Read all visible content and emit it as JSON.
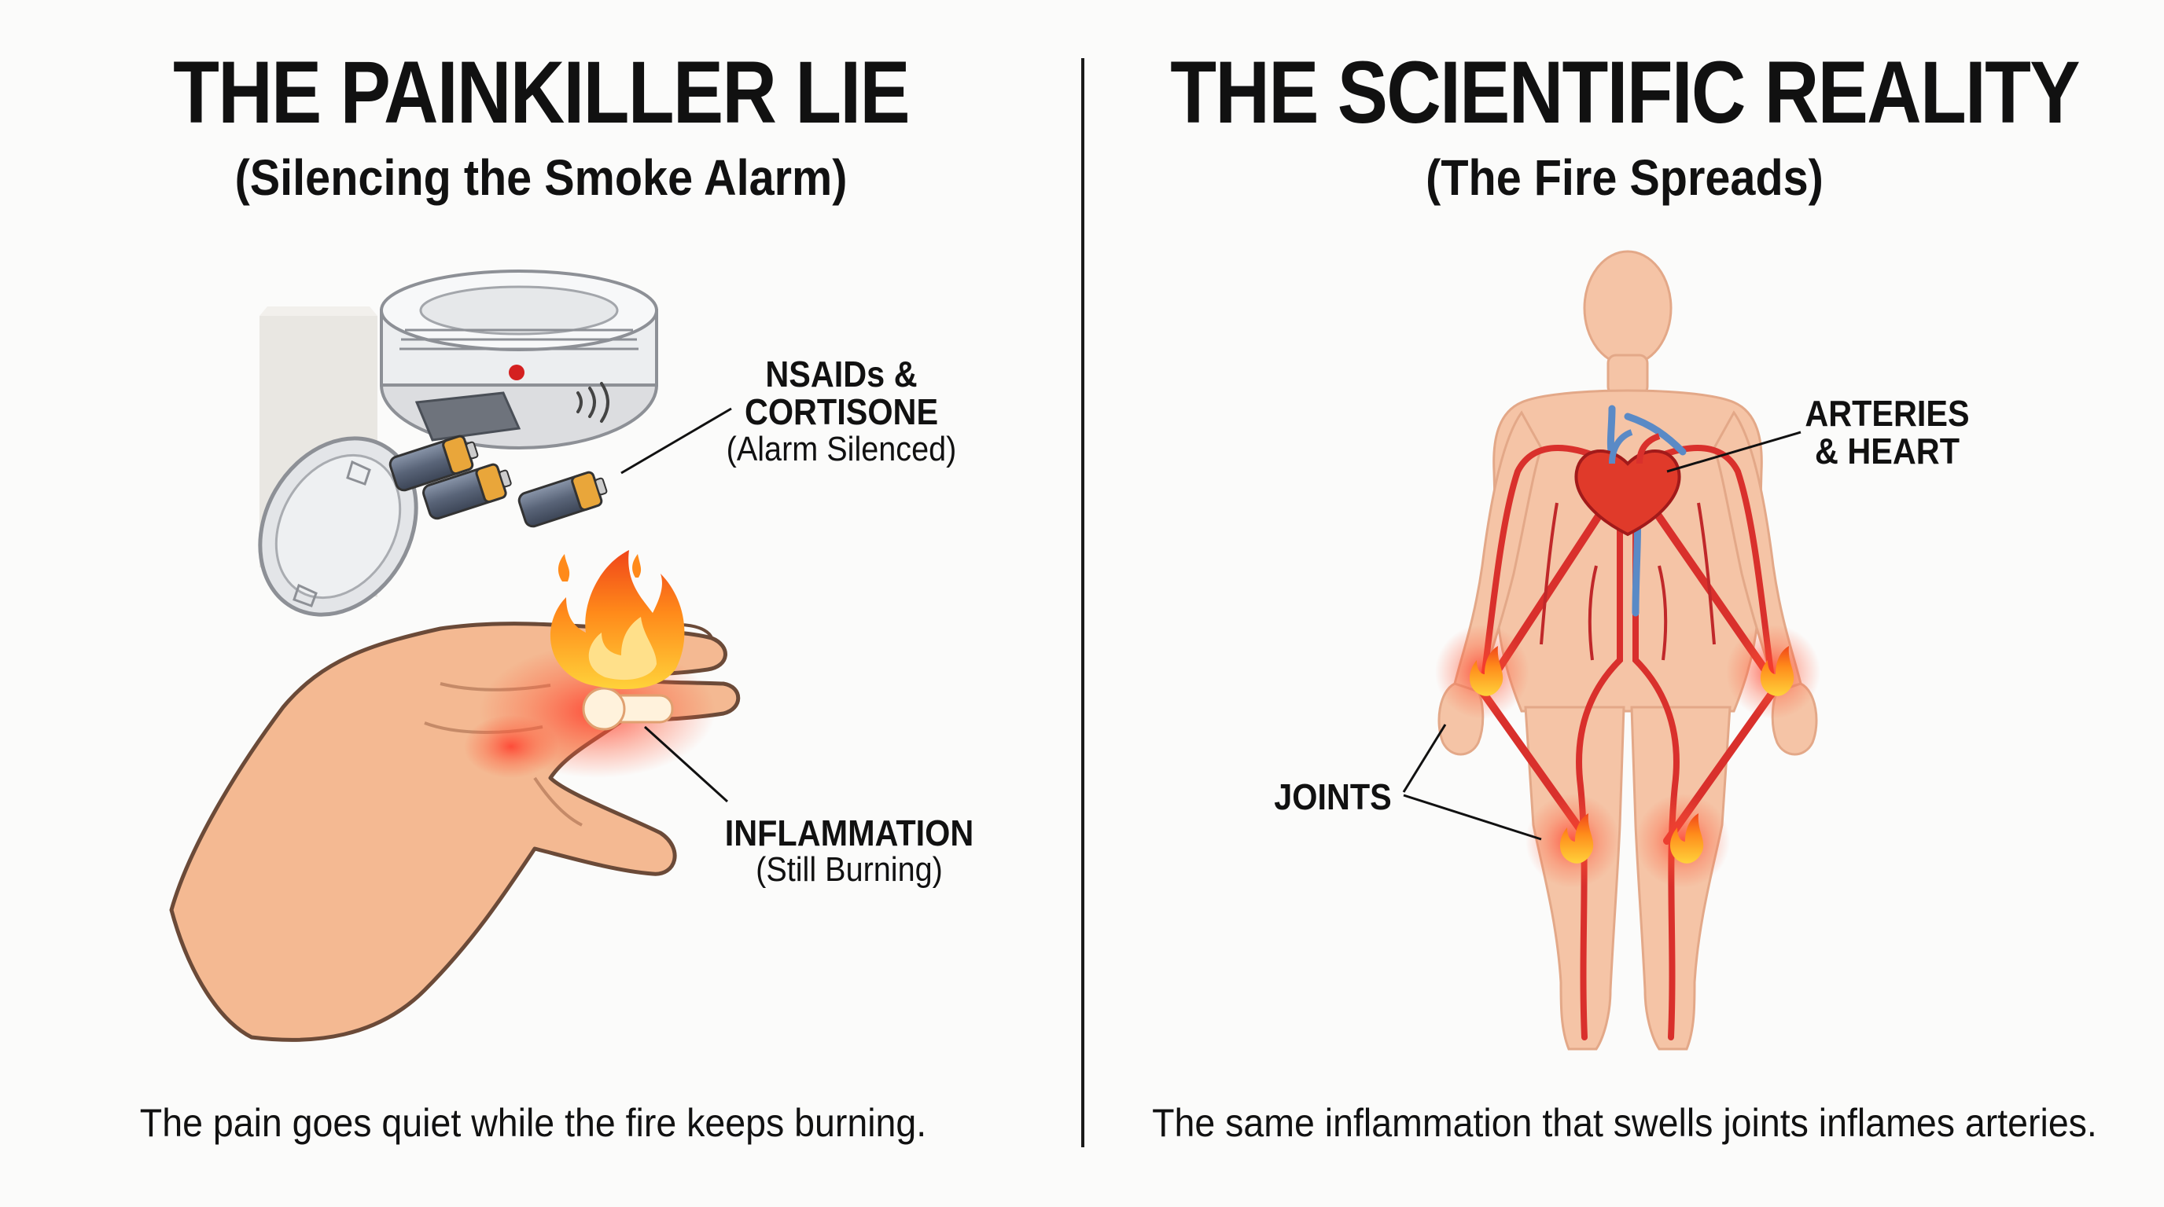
{
  "left": {
    "title": "THE PAINKILLER LIE",
    "subtitle": "(Silencing the Smoke Alarm)",
    "label_nsaids_line1": "NSAIDs &",
    "label_nsaids_line2": "CORTISONE",
    "label_nsaids_note": "(Alarm Silenced)",
    "label_inflammation": "INFLAMMATION",
    "label_inflammation_note": "(Still Burning)",
    "caption": "The pain goes quiet while the fire keeps burning."
  },
  "right": {
    "title": "THE SCIENTIFIC REALITY",
    "subtitle": "(The Fire Spreads)",
    "label_arteries_line1": "ARTERIES",
    "label_arteries_line2": "& HEART",
    "label_joints": "JOINTS",
    "caption": "The same inflammation that swells joints inflames arteries."
  },
  "colors": {
    "background": "#fbfbfa",
    "text": "#111111",
    "skin": "#f2b48f",
    "artery": "#d9302c",
    "vein": "#5a8ac6",
    "flame": "#ff7a1a"
  }
}
